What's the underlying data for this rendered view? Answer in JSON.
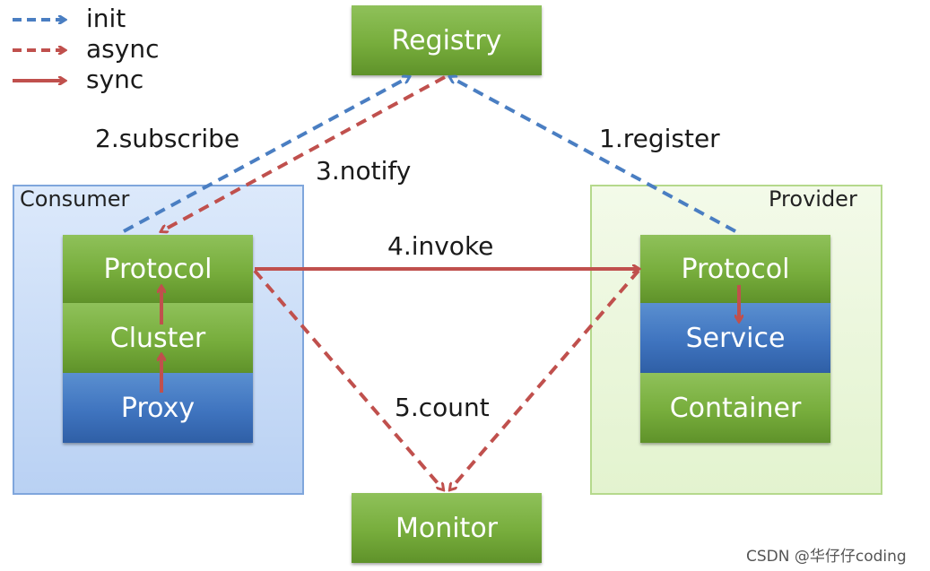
{
  "legend": {
    "init": "init",
    "async": "async",
    "sync": "sync"
  },
  "nodes": {
    "registry": "Registry",
    "monitor": "Monitor",
    "consumer": {
      "title": "Consumer",
      "protocol": "Protocol",
      "cluster": "Cluster",
      "proxy": "Proxy"
    },
    "provider": {
      "title": "Provider",
      "protocol": "Protocol",
      "service": "Service",
      "container": "Container"
    }
  },
  "edges": {
    "register": "1.register",
    "subscribe": "2.subscribe",
    "notify": "3.notify",
    "invoke": "4.invoke",
    "count": "5.count"
  },
  "colors": {
    "init": "#4a7ec2",
    "async": "#c0504d",
    "sync": "#c0504d",
    "green": "#77ad3c",
    "blue": "#3f74bf",
    "consumer_bg": "#cfe0f8",
    "provider_bg": "#eef8e0"
  },
  "watermark": "CSDN @华仔仔coding"
}
